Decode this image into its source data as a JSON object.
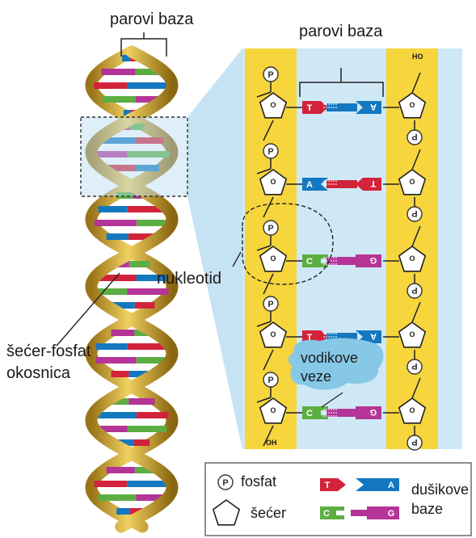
{
  "labels": {
    "pairs_top": "parovi baza",
    "pairs_right": "parovi baza",
    "nucleotide": "nukleotid",
    "backbone_line1": "šećer-fosfat",
    "backbone_line2": "okosnica",
    "hbonds_line1": "vodikove",
    "hbonds_line2": "veze",
    "ho": "HO",
    "oh": "OH"
  },
  "legend": {
    "phosphate_symbol": "P",
    "phosphate": "fosfat",
    "sugar": "šećer",
    "bases_line1": "dušikove",
    "bases_line2": "baze",
    "base_T": "T",
    "base_A": "A",
    "base_C": "C",
    "base_G": "G"
  },
  "pairs": [
    {
      "left": "T",
      "right": "A"
    },
    {
      "left": "A",
      "right": "T"
    },
    {
      "left": "C",
      "right": "G"
    },
    {
      "left": "T",
      "right": "A"
    },
    {
      "left": "C",
      "right": "G"
    }
  ],
  "colors": {
    "T": "#d2233a",
    "A": "#1478c0",
    "C": "#5cae43",
    "G": "#b43497",
    "backbone": "#f6d53d",
    "background": "#cfe8f6",
    "helix_gold": "#d8b23a"
  }
}
